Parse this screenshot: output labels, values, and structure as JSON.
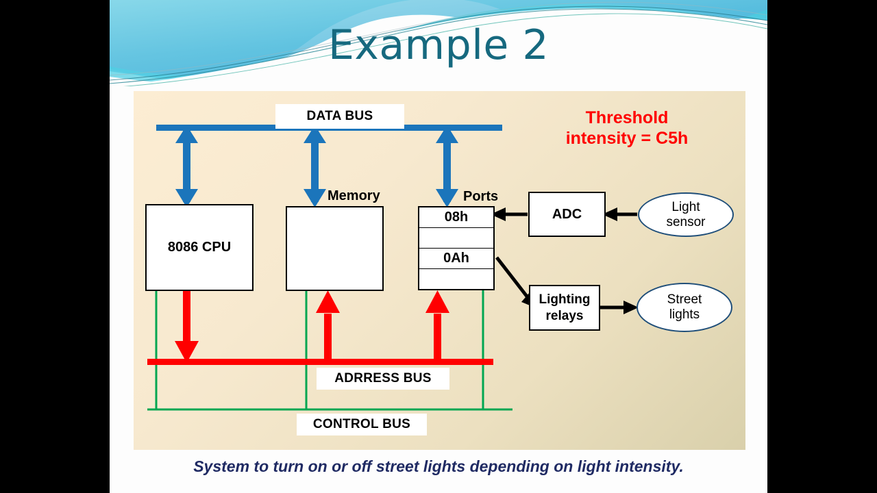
{
  "slide": {
    "title": "Example 2",
    "caption": "System to turn on or off street lights depending on light intensity."
  },
  "colors": {
    "title": "#16697f",
    "data_bus": "#1b75bb",
    "address_bus": "#ff0000",
    "control_bus": "#00a651",
    "threshold_text": "#ff0000",
    "ellipse_border": "#1f4e79",
    "caption": "#1f2a63",
    "panel_start": "#fcedd3",
    "panel_end": "#d9d0ab",
    "banner_cyan": "#49cfe0"
  },
  "diagram": {
    "bus_labels": {
      "data_bus": "DATA BUS",
      "address_bus": "ADRRESS BUS",
      "control_bus": "CONTROL BUS"
    },
    "blocks": {
      "cpu": "8086 CPU",
      "memory_label": "Memory",
      "ports_label": "Ports",
      "adc": "ADC",
      "relays_line1": "Lighting",
      "relays_line2": "relays"
    },
    "ports_rows": [
      {
        "value": "08h"
      },
      {
        "value": ""
      },
      {
        "value": "0Ah"
      },
      {
        "value": ""
      }
    ],
    "ellipses": {
      "light_sensor_line1": "Light",
      "light_sensor_line2": "sensor",
      "street_lights_line1": "Street",
      "street_lights_line2": "lights"
    },
    "note": {
      "line1": "Threshold",
      "line2": "intensity = C5h"
    }
  }
}
